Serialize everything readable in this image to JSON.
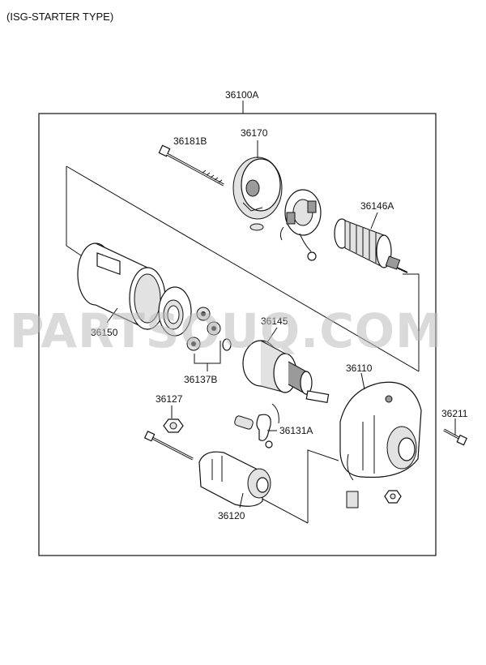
{
  "header": {
    "title": "(ISG-STARTER TYPE)"
  },
  "assembly": {
    "code": "36100A"
  },
  "parts": {
    "p36181B": "36181B",
    "p36170": "36170",
    "p36146A": "36146A",
    "p36150": "36150",
    "p36145": "36145",
    "p36137B": "36137B",
    "p36110": "36110",
    "p36127": "36127",
    "p36131A": "36131A",
    "p36211": "36211",
    "p36120": "36120"
  },
  "watermark": {
    "text": "PARTSOUQ.COM"
  },
  "icons": {
    "bolt": "long-bolt-icon",
    "end_cover": "rear-end-cover-icon",
    "brush_holder": "brush-holder-icon",
    "armature": "armature-icon",
    "yoke": "yoke-housing-icon",
    "gears": "planetary-gear-icon",
    "clutch": "overrunning-clutch-icon",
    "housing": "front-housing-icon",
    "solenoid": "solenoid-switch-icon",
    "lever": "shift-lever-icon",
    "nut": "hex-nut-icon",
    "screw": "mounting-bolt-icon"
  },
  "colors": {
    "line": "#111111",
    "watermark": "#bdbdbd",
    "background": "#ffffff"
  }
}
